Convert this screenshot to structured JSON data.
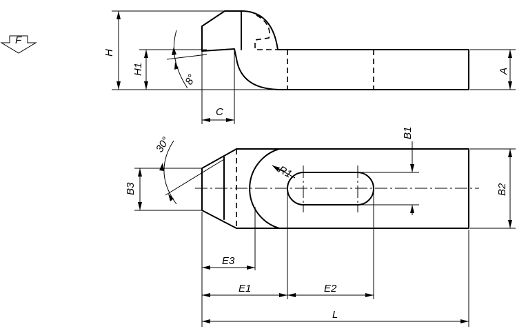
{
  "symbol": {
    "label": "F"
  },
  "dimensions": {
    "H": "H",
    "H1": "H1",
    "A": "A",
    "C": "C",
    "angle_top": "8°",
    "B1": "B1",
    "B2": "B2",
    "B3": "B3",
    "angle_bottom": "30°",
    "R1": "R1",
    "E3": "E3",
    "E1": "E1",
    "E2": "E2",
    "L": "L"
  }
}
